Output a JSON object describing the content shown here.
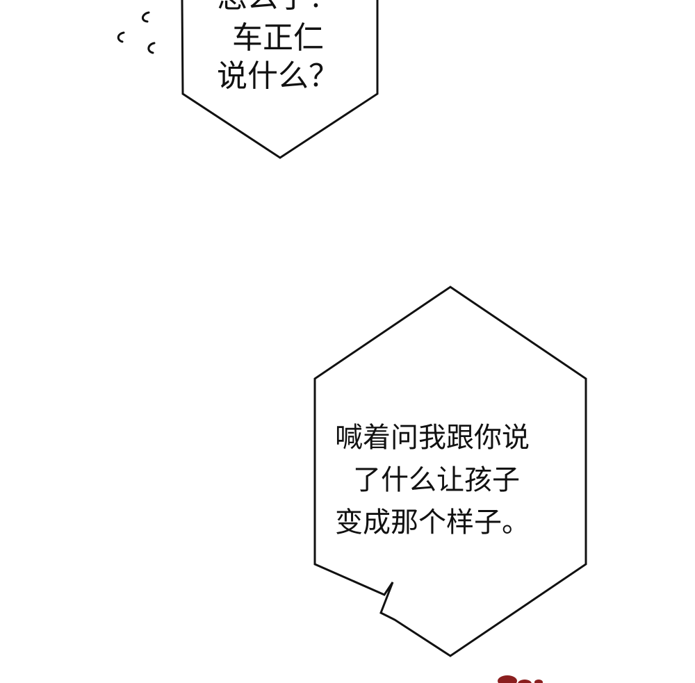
{
  "bubble_top": {
    "lines": [
      "怎么了？",
      "车正仁",
      "说什么？"
    ]
  },
  "bubble_bottom": {
    "lines": [
      "喊着问我跟你说",
      "了什么让孩子",
      "变成那个样子。"
    ]
  },
  "colors": {
    "background": "#ffffff",
    "ink": "#111111",
    "blood": "#8b1f1f"
  }
}
